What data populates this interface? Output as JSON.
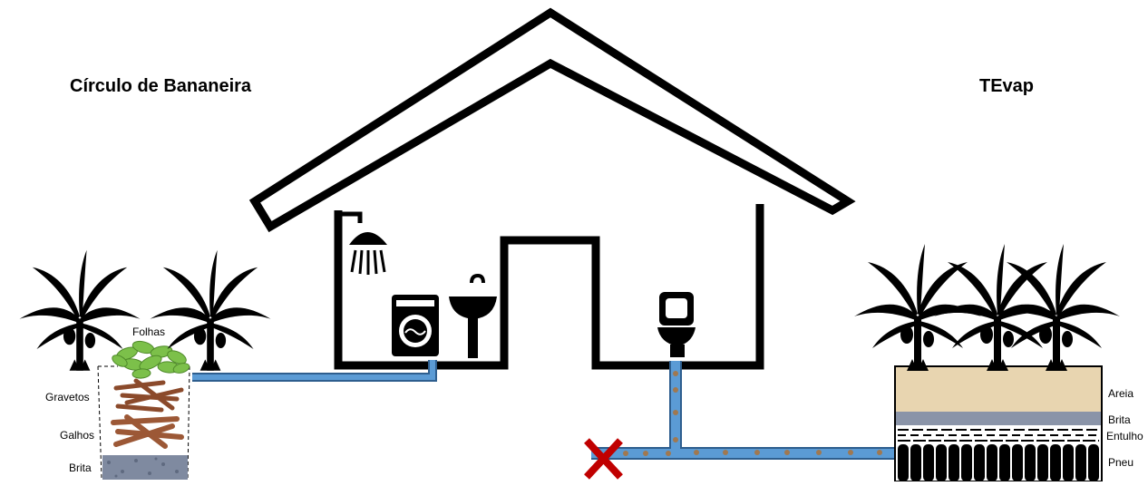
{
  "left_system": {
    "title": "Círculo de Bananeira",
    "layers": [
      "Folhas",
      "Gravetos",
      "Galhos",
      "Brita"
    ]
  },
  "right_system": {
    "title": "TEvap",
    "layers": [
      "Areia",
      "Brita",
      "Entulho",
      "Pneu"
    ]
  },
  "house": {
    "fixtures": [
      "shower-icon",
      "washing-machine-icon",
      "sink-icon",
      "toilet-icon"
    ]
  },
  "colors": {
    "pipe": "#5b9bd5",
    "pipe_outline": "#2e5e8e",
    "blocked_mark": "#c00000",
    "sand": "#e8d5b0",
    "gravel": "#8a94a8",
    "wood": "#8b4a2b",
    "leaves": "#7cc04a"
  }
}
